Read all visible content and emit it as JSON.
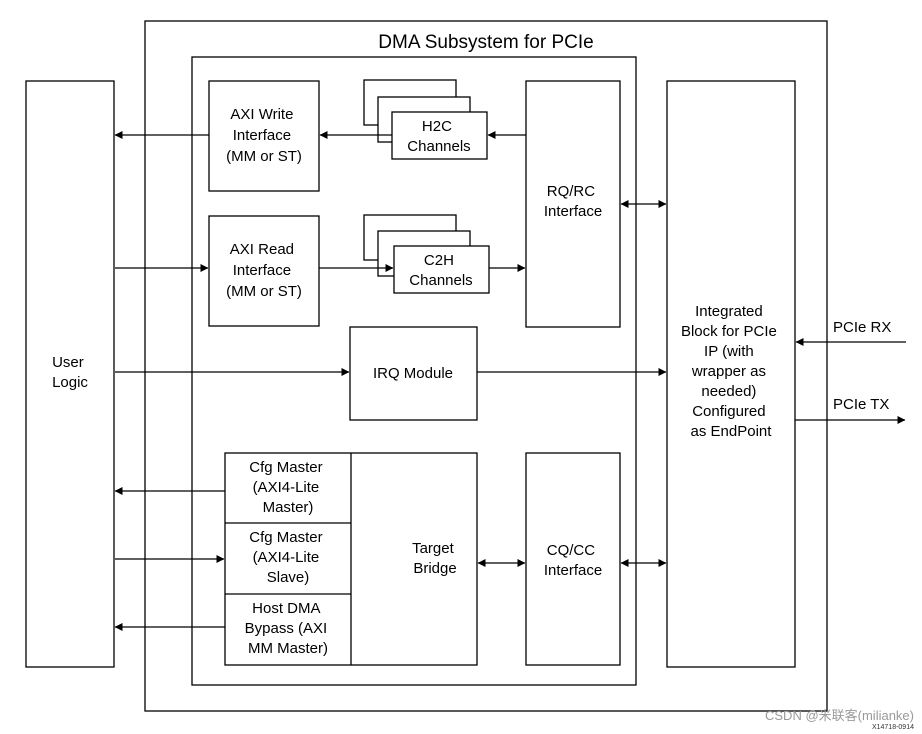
{
  "title": "DMA Subsystem for PCIe",
  "blocks": {
    "user_logic": [
      "User",
      "Logic"
    ],
    "axi_write": [
      "AXI Write",
      "Interface",
      "(MM or ST)"
    ],
    "axi_read": [
      "AXI Read",
      "Interface",
      "(MM or ST)"
    ],
    "h2c": [
      "H2C",
      "Channels"
    ],
    "c2h": [
      "C2H",
      "Channels"
    ],
    "rq_rc": [
      "RQ/RC",
      "Interface"
    ],
    "irq": [
      "IRQ Module"
    ],
    "cfg_master": [
      "Cfg Master",
      "(AXI4-Lite",
      "Master)"
    ],
    "cfg_slave": [
      "Cfg Master",
      "(AXI4-Lite",
      "Slave)"
    ],
    "host_bypass": [
      "Host DMA",
      "Bypass (AXI",
      "MM Master)"
    ],
    "target_bridge": [
      "Target",
      "Bridge"
    ],
    "cq_cc": [
      "CQ/CC",
      "Interface"
    ],
    "integrated": [
      "Integrated",
      "Block for PCIe",
      "IP (with",
      "wrapper as",
      "needed)",
      "Configured",
      "as EndPoint"
    ]
  },
  "signals": {
    "pcie_rx": "PCIe RX",
    "pcie_tx": "PCIe TX"
  },
  "figure_code": "X14718-0914",
  "watermark": "CSDN @米联客(milianke)"
}
